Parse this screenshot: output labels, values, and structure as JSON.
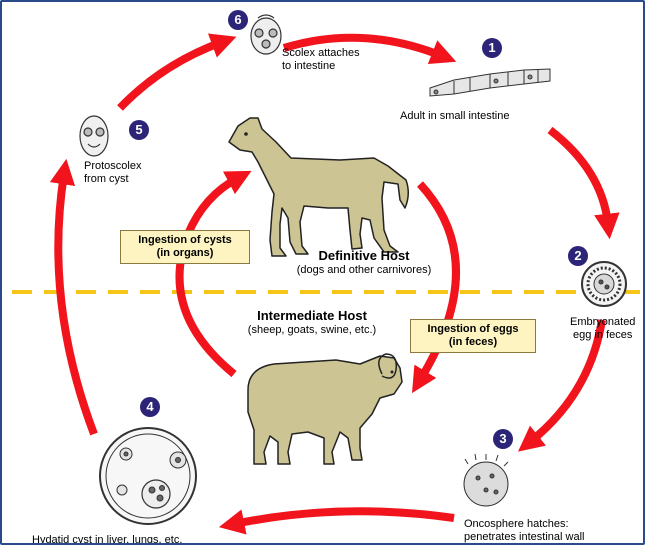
{
  "colors": {
    "arrow": "#f2141c",
    "badge": "#2b2477",
    "dashed_divider": "#f5c518",
    "animal": "#cdc494",
    "note_box": "#fdf4c2",
    "frame": "#2a4a8a"
  },
  "stages": [
    {
      "number": "1",
      "lines": [
        "Adult in small intestine"
      ],
      "icon": "adult-tapeworm-icon"
    },
    {
      "number": "2",
      "lines": [
        "Embryonated",
        "egg in feces"
      ],
      "icon": "egg-icon"
    },
    {
      "number": "3",
      "lines": [
        "Oncosphere hatches:",
        "penetrates intestinal wall"
      ],
      "icon": "oncosphere-icon"
    },
    {
      "number": "4",
      "lines": [
        "Hydatid cyst in liver, lungs, etc."
      ],
      "icon": "hydatid-cyst-icon"
    },
    {
      "number": "5",
      "lines": [
        "Protoscolex",
        "from cyst"
      ],
      "icon": "protoscolex-icon"
    },
    {
      "number": "6",
      "lines": [
        "Scolex attaches",
        "to intestine"
      ],
      "icon": "scolex-icon"
    }
  ],
  "hosts": {
    "definitive": {
      "title": "Definitive Host",
      "subtitle": "(dogs and other carnivores)",
      "icon": "dog-icon"
    },
    "intermediate": {
      "title": "Intermediate Host",
      "subtitle": "(sheep, goats, swine, etc.)",
      "icon": "sheep-icon"
    }
  },
  "notes": {
    "cysts": [
      "Ingestion of cysts",
      "(in organs)"
    ],
    "eggs": [
      "Ingestion of eggs",
      "(in feces)"
    ]
  }
}
